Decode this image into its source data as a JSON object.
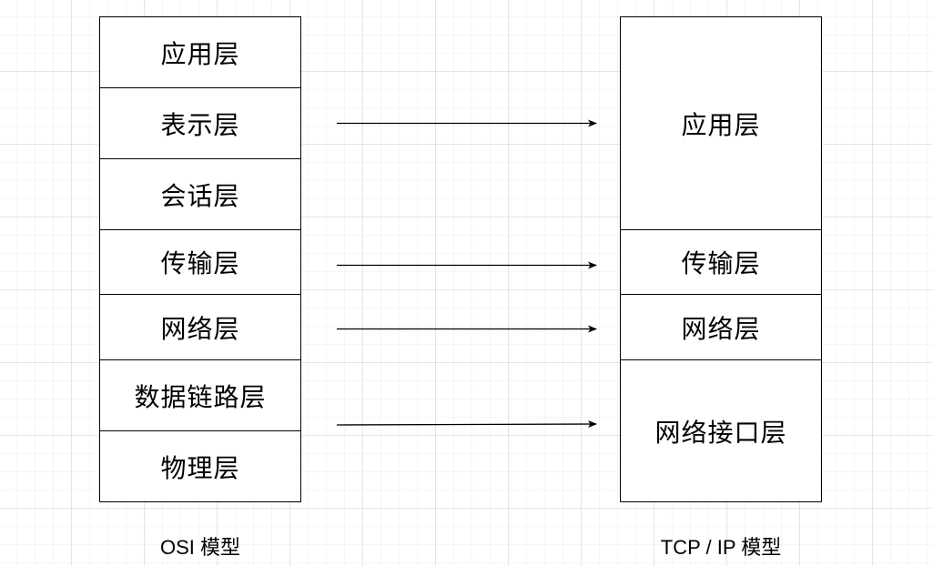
{
  "osi": {
    "caption": "OSI 模型",
    "layers": [
      "应用层",
      "表示层",
      "会话层",
      "传输层",
      "网络层",
      "数据链路层",
      "物理层"
    ]
  },
  "tcp": {
    "caption": "TCP / IP 模型",
    "layers": [
      "应用层",
      "传输层",
      "网络层",
      "网络接口层"
    ]
  },
  "mappings": [
    {
      "from": [
        "应用层",
        "表示层",
        "会话层"
      ],
      "to": "应用层"
    },
    {
      "from": [
        "传输层"
      ],
      "to": "传输层"
    },
    {
      "from": [
        "网络层"
      ],
      "to": "网络层"
    },
    {
      "from": [
        "数据链路层",
        "物理层"
      ],
      "to": "网络接口层"
    }
  ],
  "colors": {
    "stroke": "#000000",
    "background": "#ffffff"
  }
}
